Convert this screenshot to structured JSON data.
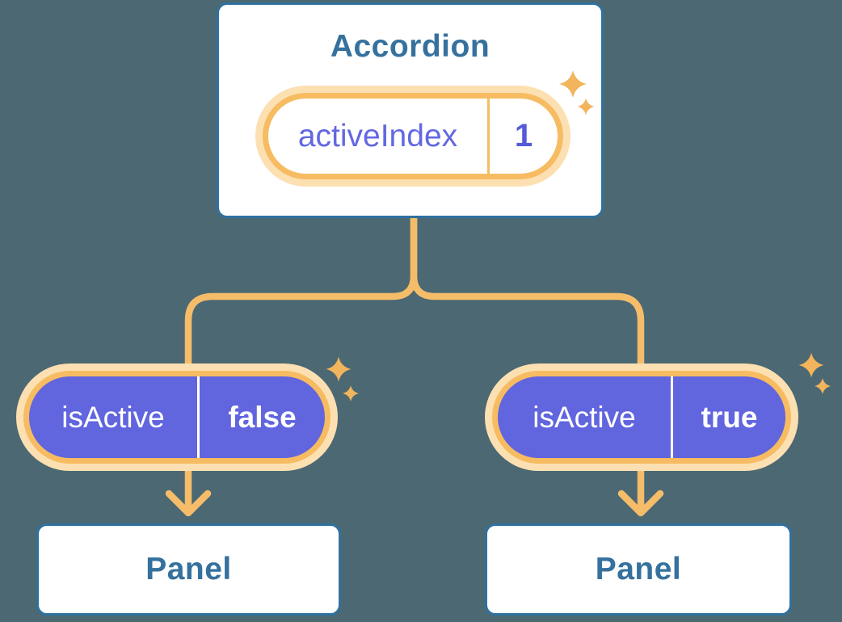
{
  "colors": {
    "background": "#4C6872",
    "card_bg": "#FFFFFF",
    "card_border": "#2F71A0",
    "heading_text": "#36719E",
    "connector": "#F5BD6A",
    "pill_halo": "#FCE0B2",
    "pill_ring": "#F7BC62",
    "pill_purple": "#6165DE",
    "pill_text_light": "#FFFFFF",
    "state_label_text": "#6368E2",
    "state_value_text": "#555BD8",
    "sparkle": "#F2B45C"
  },
  "icons": {
    "sparkle": "four-point-star"
  },
  "diagram": {
    "root": {
      "title": "Accordion",
      "state": {
        "label": "activeIndex",
        "value": "1"
      }
    },
    "children": [
      {
        "state": {
          "label": "isActive",
          "value": "false"
        },
        "panel": {
          "title": "Panel"
        }
      },
      {
        "state": {
          "label": "isActive",
          "value": "true"
        },
        "panel": {
          "title": "Panel"
        }
      }
    ]
  }
}
